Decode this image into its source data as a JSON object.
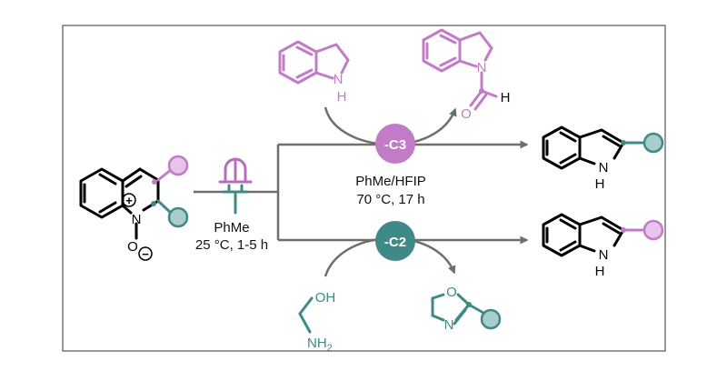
{
  "step1": {
    "solvent": "PhMe",
    "conditions": "25 °C, 1-5 h"
  },
  "step2": {
    "solvent": "PhMe/HFIP",
    "conditions": "70 °C, 17 h"
  },
  "branch_c3": {
    "label": "-C3",
    "reagent_atom": "N",
    "reagent_h": "H",
    "byproduct_n": "N",
    "byproduct_o": "O",
    "byproduct_h": "H"
  },
  "branch_c2": {
    "label": "-C2",
    "reagent_oh": "OH",
    "reagent_nh": "NH",
    "reagent_sub": "2",
    "byproduct_o": "O",
    "byproduct_n": "N"
  },
  "start_material": {
    "n_atom": "N",
    "o_atom": "O",
    "plus": "+",
    "minus": "−"
  },
  "product_top": {
    "n_atom": "N",
    "h_atom": "H"
  },
  "product_bottom": {
    "n_atom": "N",
    "h_atom": "H"
  },
  "colors": {
    "c3_purple": "#c27bc6",
    "c3_fill": "#e8c3eb",
    "c2_teal": "#3f8a86",
    "c2_fill": "#a9cdca",
    "arrow_gray": "#6e6e6e"
  }
}
